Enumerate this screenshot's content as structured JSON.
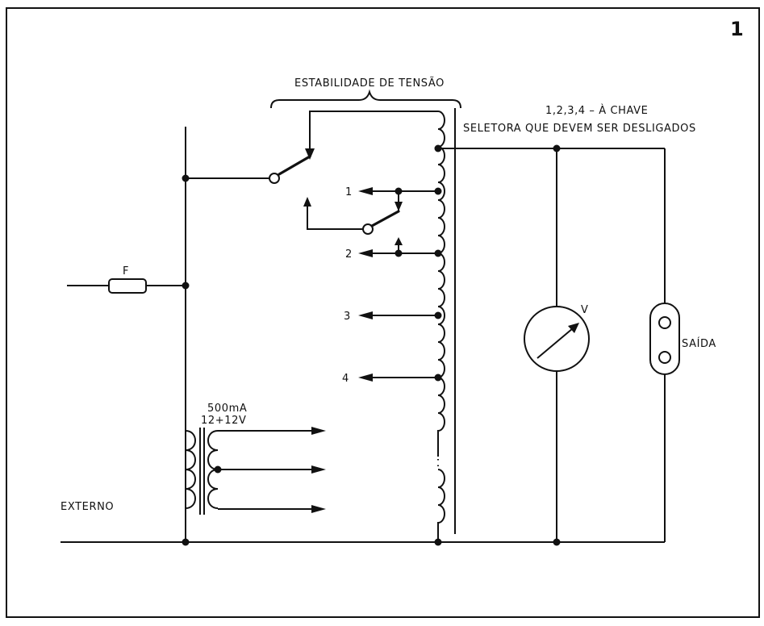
{
  "figure_number": "1",
  "labels": {
    "voltage_stability": "ESTABILIDADE DE TENSÃO",
    "note_line1": "1,2,3,4 – À CHAVE",
    "note_line2": "SELETORA QUE DEVEM SER DESLIGADOS",
    "fuse": "F",
    "meter": "V",
    "output": "SAÍDA",
    "external": "EXTERNO",
    "transformer_current": "500mA",
    "transformer_voltage": "12+12V"
  },
  "taps": [
    "1",
    "2",
    "3",
    "4"
  ],
  "colors": {
    "ink": "#111111",
    "paper": "#ffffff"
  }
}
